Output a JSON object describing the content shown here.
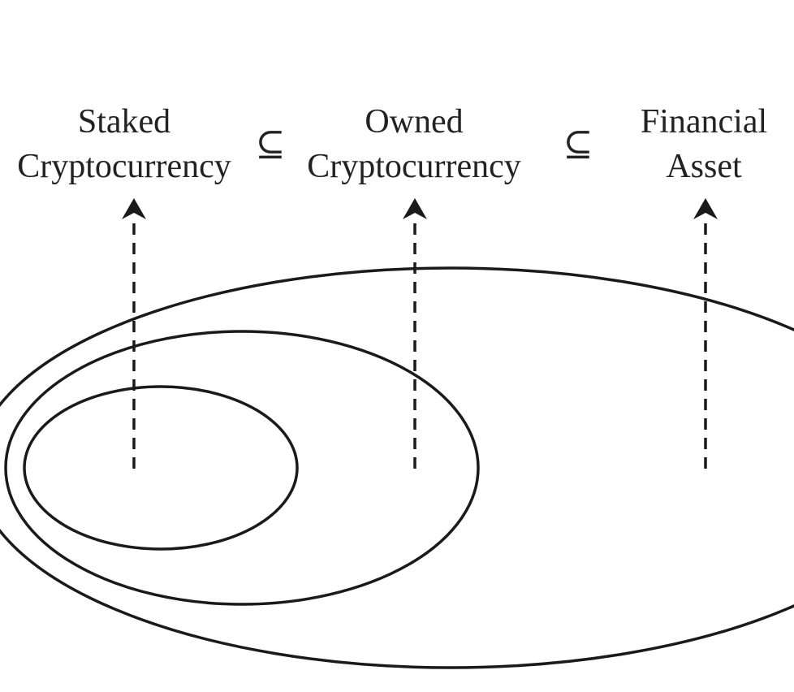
{
  "diagram": {
    "sets": [
      {
        "id": "staked",
        "lines": [
          "Staked",
          "Cryptocurrency"
        ]
      },
      {
        "id": "owned",
        "lines": [
          "Owned",
          "Cryptocurrency"
        ]
      },
      {
        "id": "financial",
        "lines": [
          "Financial",
          "Asset"
        ]
      }
    ],
    "relations": [
      {
        "symbol": "⊆"
      },
      {
        "symbol": "⊆"
      }
    ]
  },
  "colors": {
    "stroke": "#1a1a1a",
    "text": "#222222",
    "background": "#ffffff"
  }
}
